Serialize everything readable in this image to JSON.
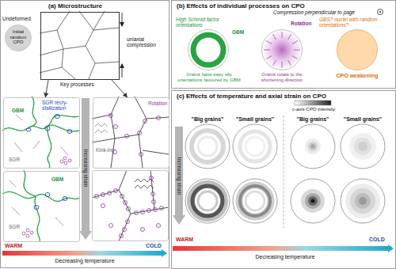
{
  "diagram": {
    "nodes": [
      {
        "text": [
          "(a) Microstructure"
        ]
      },
      {
        "text": [
          "Undeformed",
          "Initial random CPO"
        ],
        "in": 0
      },
      {
        "text": [
          "uniaxial compression"
        ],
        "in": 0
      },
      {
        "text": [
          "SGR recry-stallization",
          "GBM",
          "SGR"
        ],
        "in": 0
      },
      {
        "text": [
          "Rotation",
          "Kink-ing"
        ],
        "in": 0
      },
      {
        "text": [
          "GBM",
          "SGR"
        ],
        "in": 0
      },
      {
        "text": [
          "(b) Effects of individual processes on CPO"
        ]
      },
      {
        "text": [
          "High Schmid factor orientations",
          "GBM",
          "Grains have easy slip orientations favoured by GBM"
        ],
        "in": 6
      },
      {
        "text": [
          "Rotation",
          "Grains rotate to the shortening direction"
        ],
        "in": 6
      },
      {
        "text": [
          "GBS? nuclei with random orientations?",
          "CPO weakening"
        ],
        "in": 6
      },
      {
        "text": [
          "(c) Effects of temperature and axial strain on CPO"
        ]
      }
    ],
    "edges": [
      {
        "from": 2,
        "to": 3,
        "arrow": "to"
      },
      {
        "from": 2,
        "to": 4,
        "arrow": "to"
      }
    ],
    "labels": [
      "Key processes",
      "Increasing strain",
      "WARM",
      "COLD",
      "Decreasing temperature",
      "Compression perpendicular to page",
      "c-axis CPO intensity",
      "\"Big grains\"",
      "\"Small grains\"",
      "\"Big grains\"",
      "\"Small grains\"",
      "Increasing strain",
      "WARM",
      "COLD",
      "Decreasing temperature"
    ]
  }
}
